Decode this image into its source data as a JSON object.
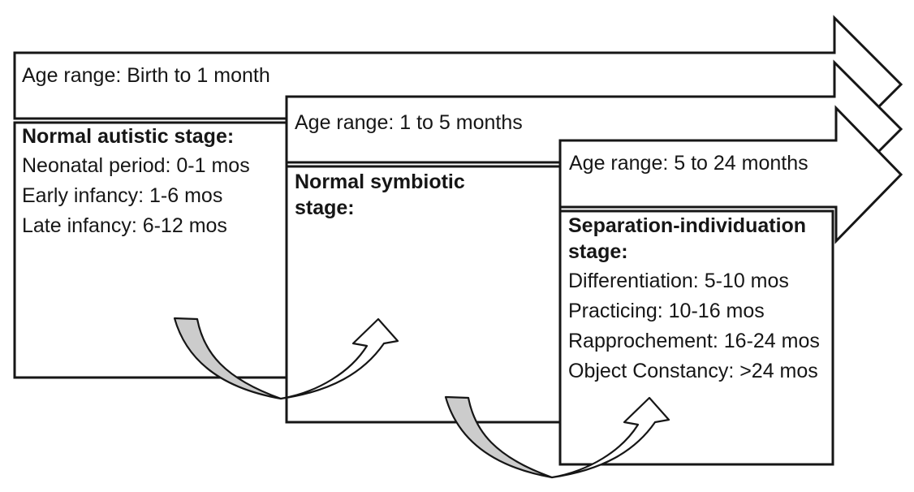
{
  "diagram": {
    "stages": [
      {
        "age_range": "Age range: Birth to 1 month",
        "title": "Normal autistic stage:",
        "substages": [
          "Neonatal period: 0-1 mos",
          "Early infancy: 1-6 mos",
          "Late infancy: 6-12 mos"
        ]
      },
      {
        "age_range": "Age range: 1 to 5 months",
        "title": "Normal symbiotic stage:",
        "substages": []
      },
      {
        "age_range": "Age range: 5 to 24 months",
        "title": "Separation-individuation stage:",
        "substages": [
          "Differentiation: 5-10 mos",
          "Practicing: 10-16 mos",
          "Rapprochement: 16-24 mos",
          "Object Constancy: >24 mos"
        ]
      }
    ],
    "colors": {
      "outline": "#161616",
      "swoosh_fill": "#cccccc",
      "shape_fill": "#ffffff",
      "background": "#ffffff"
    }
  }
}
